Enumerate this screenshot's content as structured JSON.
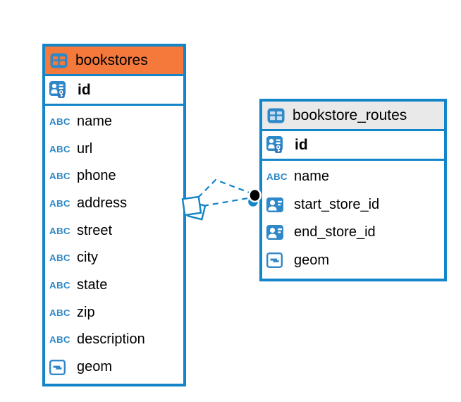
{
  "diagram_type": "entity-relationship",
  "colors": {
    "accent_blue": "#1385C8",
    "icon_blue": "#2F88C7",
    "bookstores_header": "#F5793B",
    "bookstore_routes_header": "#E9E9E9",
    "relationship_line": "#1385C8",
    "endpoint_dot": "#000000",
    "text": "#000000"
  },
  "icon_labels": {
    "text_type": "ABC"
  },
  "tables": [
    {
      "name": "bookstores",
      "header_style": "orange",
      "primary_key": {
        "name": "id"
      },
      "columns": [
        {
          "name": "name",
          "type": "text"
        },
        {
          "name": "url",
          "type": "text"
        },
        {
          "name": "phone",
          "type": "text"
        },
        {
          "name": "address",
          "type": "text"
        },
        {
          "name": "street",
          "type": "text"
        },
        {
          "name": "city",
          "type": "text"
        },
        {
          "name": "state",
          "type": "text"
        },
        {
          "name": "zip",
          "type": "text"
        },
        {
          "name": "description",
          "type": "text"
        },
        {
          "name": "geom",
          "type": "geometry"
        }
      ]
    },
    {
      "name": "bookstore_routes",
      "header_style": "gray",
      "primary_key": {
        "name": "id"
      },
      "columns": [
        {
          "name": "name",
          "type": "text"
        },
        {
          "name": "start_store_id",
          "type": "foreign-key"
        },
        {
          "name": "end_store_id",
          "type": "foreign-key"
        },
        {
          "name": "geom",
          "type": "geometry"
        }
      ]
    }
  ],
  "relationships": [
    {
      "from_table": "bookstore_routes",
      "from_column": "start_store_id",
      "to_table": "bookstores",
      "to_column": "id",
      "style": "dashed"
    },
    {
      "from_table": "bookstore_routes",
      "from_column": "end_store_id",
      "to_table": "bookstores",
      "to_column": "id",
      "style": "dashed"
    }
  ]
}
